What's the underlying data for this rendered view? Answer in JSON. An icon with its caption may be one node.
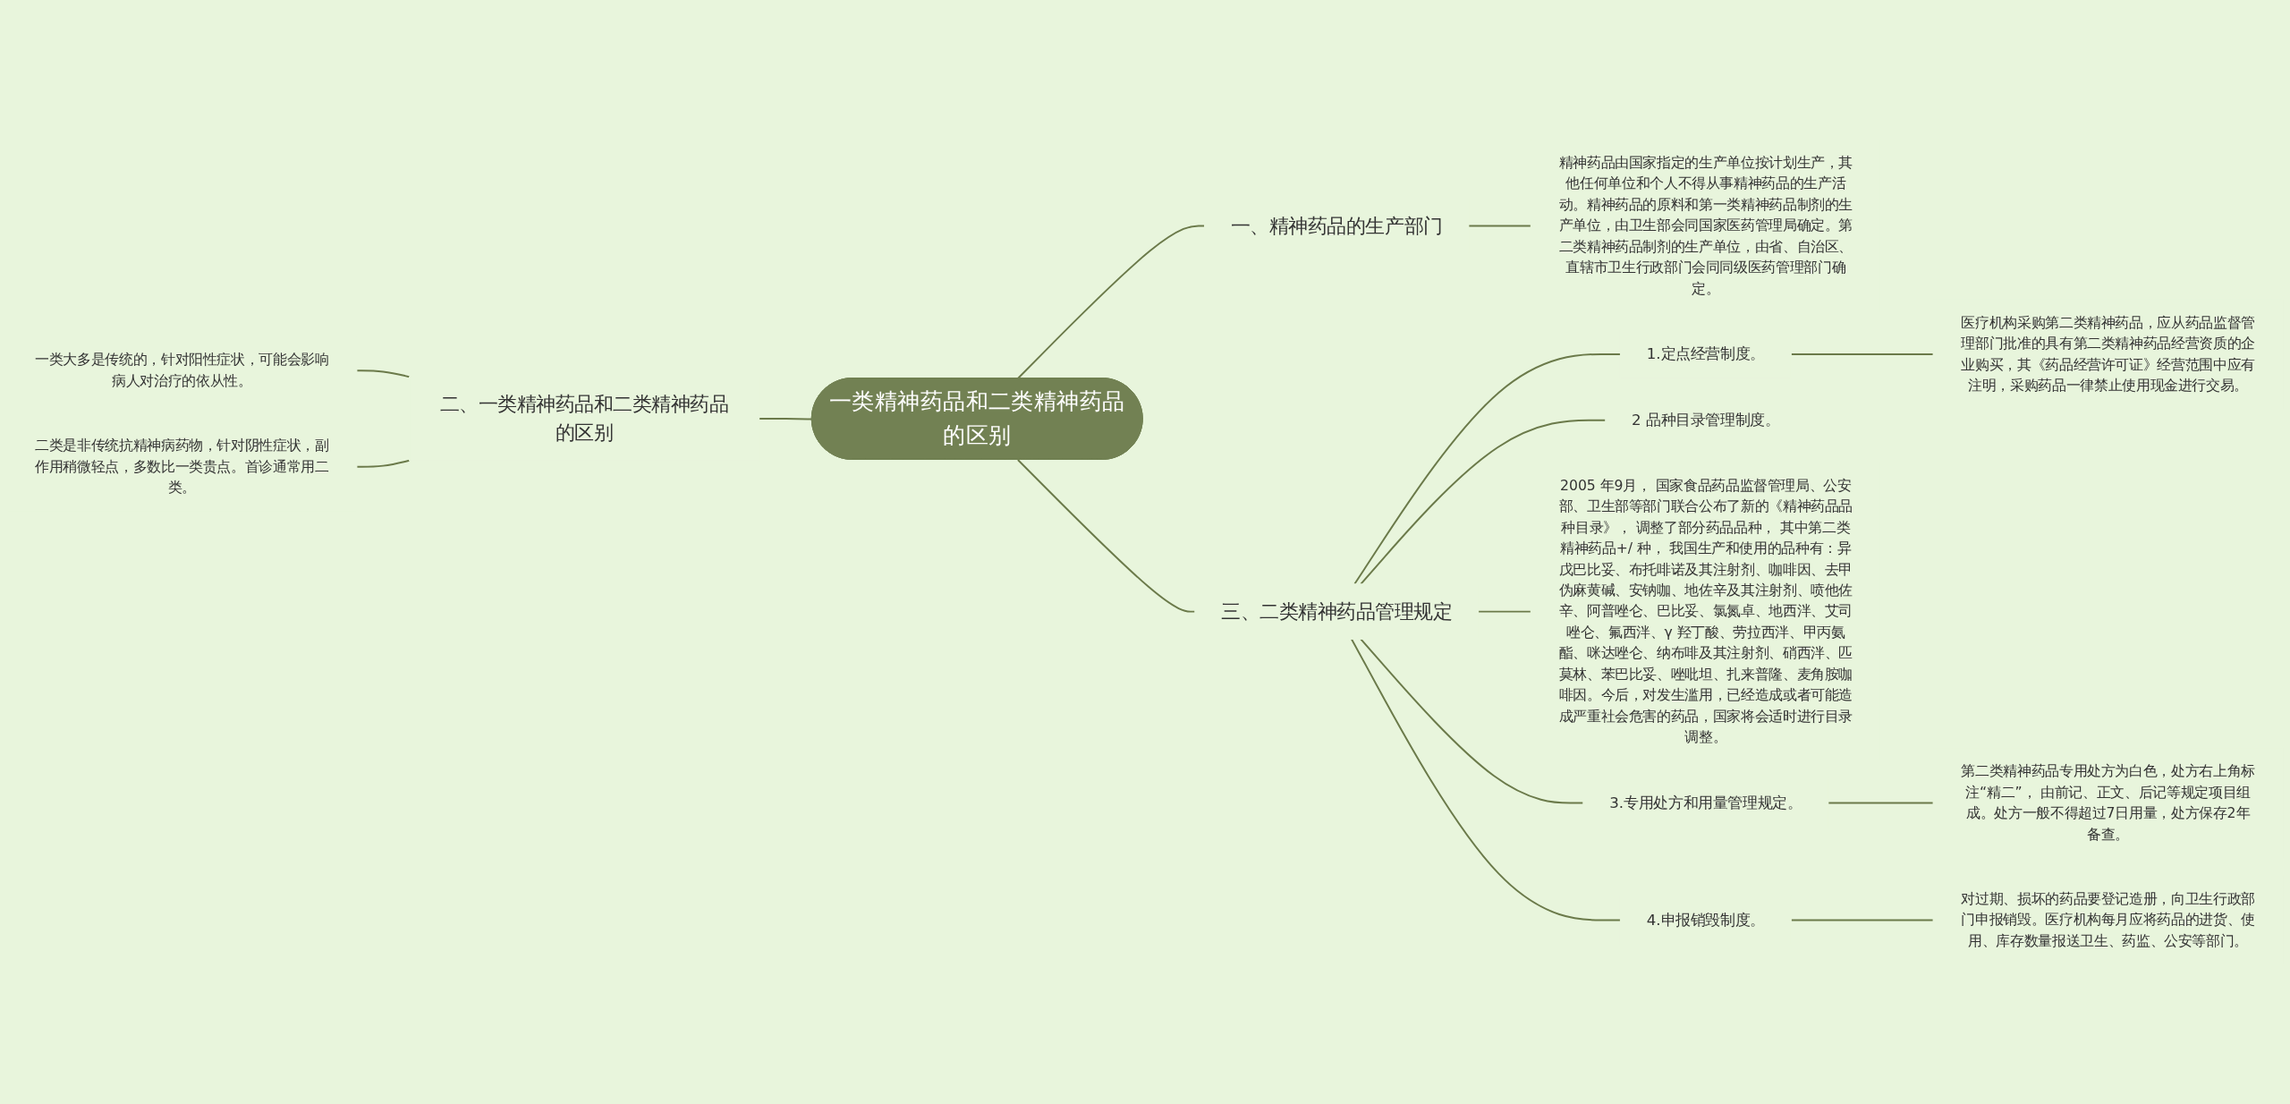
{
  "diagram": {
    "nodes": [
      {
        "text": [
          "一类精神药品和二类精神药品的区别"
        ]
      },
      {
        "text": [
          "一、精神药品的生产部门"
        ]
      },
      {
        "text": [
          "精神药品由国家指定的生产单位按计划生产，其他任何单位和个人不得从事精神药品的生产活动。精神药品的原料和第一类精神药品制剂的生产单位，由卫生部会同国家医药管理局确定。第二类精神药品制剂的生产单位，由省、自治区、直辖市卫生行政部门会同同级医药管理部门确定。"
        ]
      },
      {
        "text": [
          "二、一类精神药品和二类精神药品的区别"
        ]
      },
      {
        "text": [
          "一类大多是传统的，针对阳性症状，可能会影响病人对治疗的依从性。"
        ]
      },
      {
        "text": [
          "二类是非传统抗精神病药物，针对阴性症状，副作用稍微轻点，多数比一类贵点。首诊通常用二类。"
        ]
      },
      {
        "text": [
          "三、二类精神药品管理规定"
        ]
      },
      {
        "text": [
          "1.定点经营制度。"
        ]
      },
      {
        "text": [
          "医疗机构采购第二类精神药品，应从药品监督管理部门批准的具有第二类精神药品经营资质的企业购买，其《药品经营许可证》经营范围中应有注明，采购药品一律禁止使用现金进行交易。"
        ]
      },
      {
        "text": [
          "2 品种目录管理制度。"
        ]
      },
      {
        "text": [
          "2005 年9月， 国家食品药品监督管理局、公安部、卫生部等部门联合公布了新的《精神药品品种目录》， 调整了部分药品品种， 其中第二类精神药品+/ 种， 我国生产和使用的品种有：异戊巴比妥、布托啡诺及其注射剂、咖啡因、去甲伪麻黄碱、安钠咖、地佐辛及其注射剂、喷他佐辛、阿普唑仑、巴比妥、氯氮卓、地西泮、艾司唑仑、氟西泮、γ 羟丁酸、劳拉西泮、甲丙氨酯、咪达唑仑、纳布啡及其注射剂、硝西泮、匹莫林、苯巴比妥、唑吡坦、扎来普隆、麦角胺咖啡因。今后，对发生滥用，已经造成或者可能造成严重社会危害的药品，国家将会适时进行目录调整。"
        ]
      },
      {
        "text": [
          "3.专用处方和用量管理规定。"
        ]
      },
      {
        "text": [
          "第二类精神药品专用处方为白色，处方右上角标注“精二”， 由前记、正文、后记等规定项目组成。处方一般不得超过7日用量，处方保存2年备查。"
        ]
      },
      {
        "text": [
          "4.申报销毁制度。"
        ]
      },
      {
        "text": [
          "对过期、损坏的药品要登记造册，向卫生行政部门申报销毁。医疗机构每月应将药品的进货、使用、库存数量报送卫生、药监、公安等部门。"
        ]
      }
    ],
    "edges": [
      {
        "from": 4,
        "to": 3,
        "arrow": "none"
      },
      {
        "from": 5,
        "to": 3,
        "arrow": "none"
      },
      {
        "from": 3,
        "to": 0,
        "arrow": "none"
      },
      {
        "from": 0,
        "to": 1,
        "arrow": "none"
      },
      {
        "from": 1,
        "to": 2,
        "arrow": "none"
      },
      {
        "from": 0,
        "to": 6,
        "arrow": "none"
      },
      {
        "from": 6,
        "to": 7,
        "arrow": "none"
      },
      {
        "from": 7,
        "to": 8,
        "arrow": "none"
      },
      {
        "from": 6,
        "to": 9,
        "arrow": "none"
      },
      {
        "from": 6,
        "to": 10,
        "arrow": "none"
      },
      {
        "from": 6,
        "to": 11,
        "arrow": "none"
      },
      {
        "from": 11,
        "to": 12,
        "arrow": "none"
      },
      {
        "from": 6,
        "to": 13,
        "arrow": "none"
      },
      {
        "from": 13,
        "to": 14,
        "arrow": "none"
      }
    ]
  }
}
